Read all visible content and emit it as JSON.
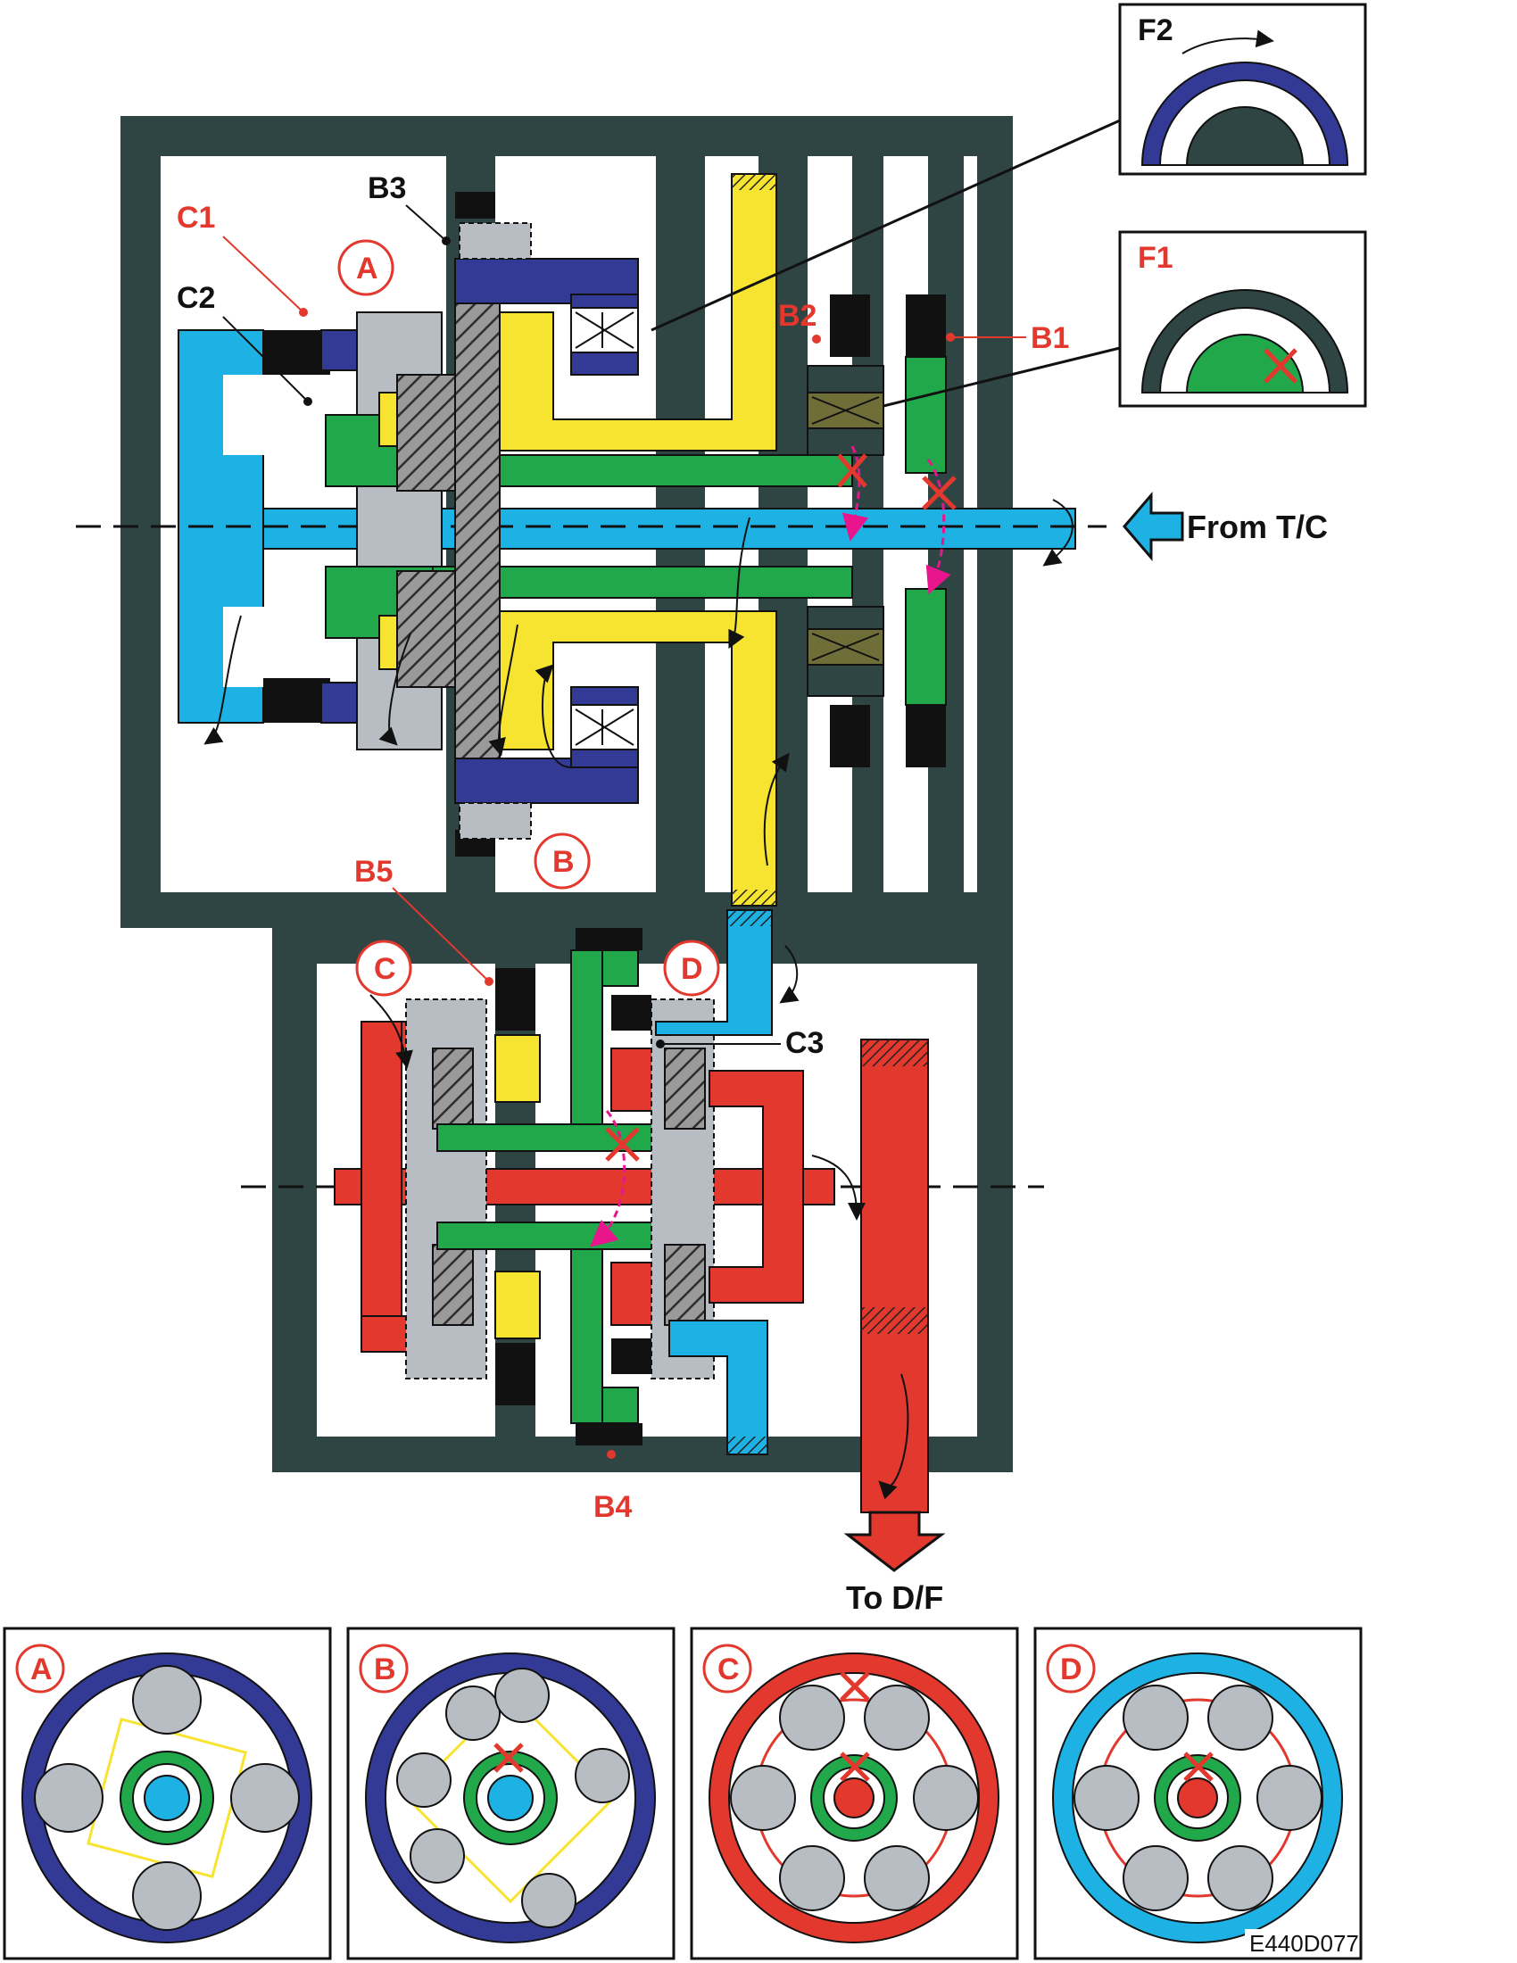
{
  "labels": {
    "c1": "C1",
    "c2": "C2",
    "c3": "C3",
    "b1": "B1",
    "b2": "B2",
    "b3": "B3",
    "b4": "B4",
    "b5": "B5",
    "f1": "F1",
    "f2": "F2",
    "a": "A",
    "b": "B",
    "c": "C",
    "d": "D",
    "from_tc": "From T/C",
    "to_df": "To D/F",
    "figure_code": "E440D077"
  },
  "colors": {
    "housing": "#2f4544",
    "input_shaft": "#1db2e3",
    "ring_gear_blue": "#333a96",
    "sun_green": "#20a84a",
    "carrier_yellow": "#f7e431",
    "output_red": "#e2382d",
    "planet_gray": "#b8bcc3",
    "one_way_olive": "#6f6d38",
    "arrow_pink": "#e8158c",
    "label_red": "#e2382d"
  },
  "insets": [
    {
      "key": "a",
      "ring": "#333a96",
      "center": "#1db2e3"
    },
    {
      "key": "b",
      "ring": "#333a96",
      "center": "#1db2e3"
    },
    {
      "key": "c",
      "ring": "#e2382d",
      "center": "#e2382d"
    },
    {
      "key": "d",
      "ring": "#1db2e3",
      "center": "#e2382d"
    }
  ]
}
